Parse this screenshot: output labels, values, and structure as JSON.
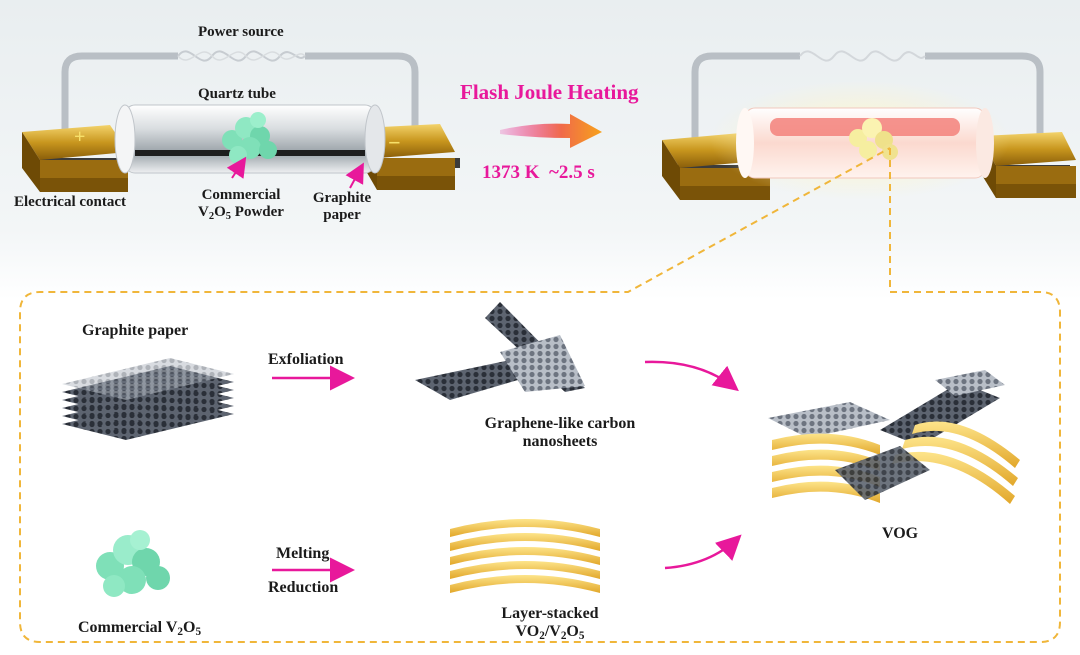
{
  "top": {
    "power_source": "Power source",
    "quartz_tube": "Quartz tube",
    "electrical_contact": "Electrical contact",
    "powder_line1": "Commercial",
    "powder_line2_pre": "V",
    "powder_line2_sub1": "2",
    "powder_line2_mid": "O",
    "powder_line2_sub2": "5",
    "powder_line2_post": " Powder",
    "graphite_line1": "Graphite",
    "graphite_line2": "paper",
    "plus": "+",
    "minus": "−"
  },
  "process": {
    "title": "Flash Joule Heating",
    "conditions": "1373 K  ~2.5 s"
  },
  "bottom": {
    "graphite_paper": "Graphite paper",
    "exfoliation": "Exfoliation",
    "nanosheets_line1": "Graphene-like carbon",
    "nanosheets_line2": "nanosheets",
    "melting": "Melting",
    "reduction": "Reduction",
    "commercial_pre": "Commercial V",
    "commercial_sub1": "2",
    "commercial_mid": "O",
    "commercial_sub2": "5",
    "stacked_line1": "Layer-stacked",
    "stacked_vo": "VO",
    "stacked_sub1": "2",
    "stacked_sep": "/V",
    "stacked_sub2": "2",
    "stacked_o": "O",
    "stacked_sub3": "5",
    "product": "VOG"
  },
  "colors": {
    "accent": "#e8189b",
    "gold": "#c89a2a",
    "powder": "#7fe0b8",
    "dashed": "#f0b63a"
  }
}
